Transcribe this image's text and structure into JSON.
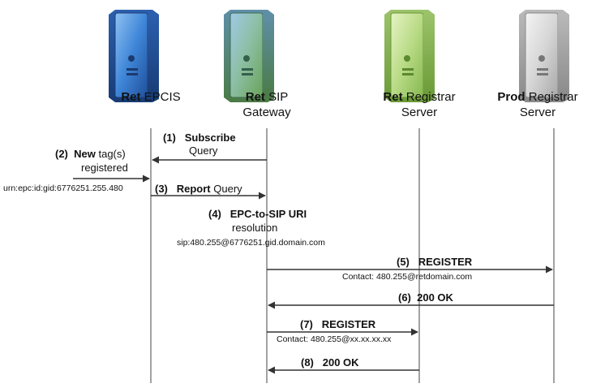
{
  "entities": [
    {
      "id": "ret-epcis",
      "bold": "Ret",
      "name": "EPCIS",
      "line2": "",
      "color": "blue"
    },
    {
      "id": "ret-sip-gateway",
      "bold": "Ret",
      "name": "SIP",
      "line2": "Gateway",
      "color": "teal"
    },
    {
      "id": "ret-registrar",
      "bold": "Ret",
      "name": "Registrar",
      "line2": "Server",
      "color": "green"
    },
    {
      "id": "prod-registrar",
      "bold": "Prod",
      "name": "Registrar",
      "line2": "Server",
      "color": "gray"
    }
  ],
  "messages": {
    "m1": {
      "num": "(1)",
      "bold": "Subscribe",
      "rest": "Query"
    },
    "m2": {
      "num": "(2)",
      "bold": "New",
      "rest": "tag(s)",
      "line2": "registered",
      "sub": "urn:epc:id:gid:6776251.255.480"
    },
    "m3": {
      "num": "(3)",
      "bold": "Report",
      "rest": "Query"
    },
    "m4": {
      "num": "(4)",
      "bold": "EPC-to-SIP URI",
      "line2": "resolution",
      "sub": "sip:480.255@6776251.gid.domain.com"
    },
    "m5": {
      "num": "(5)",
      "bold": "REGISTER",
      "sub": "Contact: 480.255@retdomain.com"
    },
    "m6": {
      "num": "(6)",
      "bold": "200 OK"
    },
    "m7": {
      "num": "(7)",
      "bold": "REGISTER",
      "sub": "Contact: 480.255@xx.xx.xx.xx"
    },
    "m8": {
      "num": "(8)",
      "bold": "200 OK"
    }
  }
}
